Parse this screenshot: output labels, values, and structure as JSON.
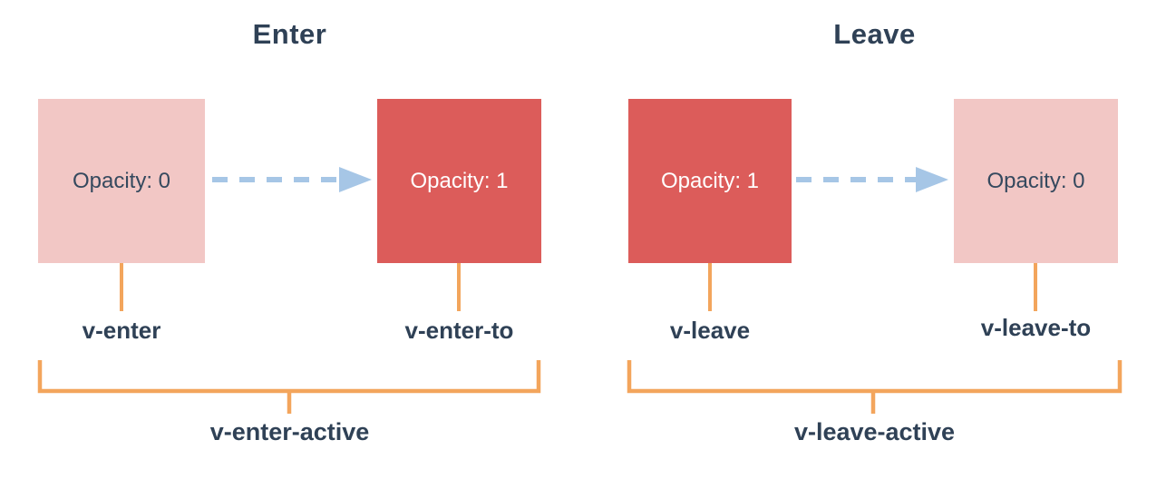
{
  "diagram": {
    "description": "Vue transition classes timeline diagram",
    "colors": {
      "background": "#ffffff",
      "box_pink": "#f2c7c5",
      "box_red": "#dc5c5a",
      "text_dark": "#2f4156",
      "text_on_red": "#ffffff",
      "arrow_blue": "#a6c6e6",
      "bracket_orange": "#f3a55c"
    },
    "sections": [
      {
        "title": "Enter",
        "start_box": {
          "label": "Opacity: 0",
          "variant": "pink"
        },
        "end_box": {
          "label": "Opacity: 1",
          "variant": "red"
        },
        "start_class": "v-enter",
        "end_class": "v-enter-to",
        "active_class": "v-enter-active"
      },
      {
        "title": "Leave",
        "start_box": {
          "label": "Opacity: 1",
          "variant": "red"
        },
        "end_box": {
          "label": "Opacity: 0",
          "variant": "pink"
        },
        "start_class": "v-leave",
        "end_class": "v-leave-to",
        "active_class": "v-leave-active"
      }
    ]
  }
}
